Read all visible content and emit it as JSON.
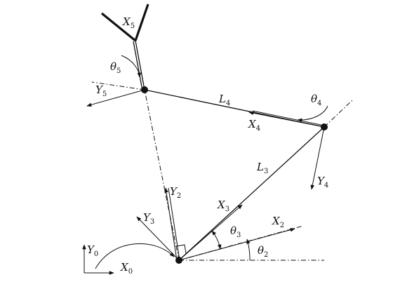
{
  "labels": {
    "X5": {
      "main": "X",
      "sub": "5"
    },
    "Y5": {
      "main": "Y",
      "sub": "5"
    },
    "theta5": {
      "main": "θ",
      "sub": "5"
    },
    "L4": {
      "main": "L",
      "sub": "4"
    },
    "theta4": {
      "main": "θ",
      "sub": "4"
    },
    "X4": {
      "main": "X",
      "sub": "4"
    },
    "Y4": {
      "main": "Y",
      "sub": "4"
    },
    "L3": {
      "main": "L",
      "sub": "3"
    },
    "X3": {
      "main": "X",
      "sub": "3"
    },
    "Y3": {
      "main": "Y",
      "sub": "3"
    },
    "Y2": {
      "main": "Y",
      "sub": "2"
    },
    "X2": {
      "main": "X",
      "sub": "2"
    },
    "theta3": {
      "main": "θ",
      "sub": "3"
    },
    "theta2": {
      "main": "θ",
      "sub": "2"
    },
    "Y0": {
      "main": "Y",
      "sub": "0"
    },
    "X0": {
      "main": "X",
      "sub": "0"
    }
  },
  "colors": {
    "ink": "#111111",
    "background": "#ffffff"
  }
}
